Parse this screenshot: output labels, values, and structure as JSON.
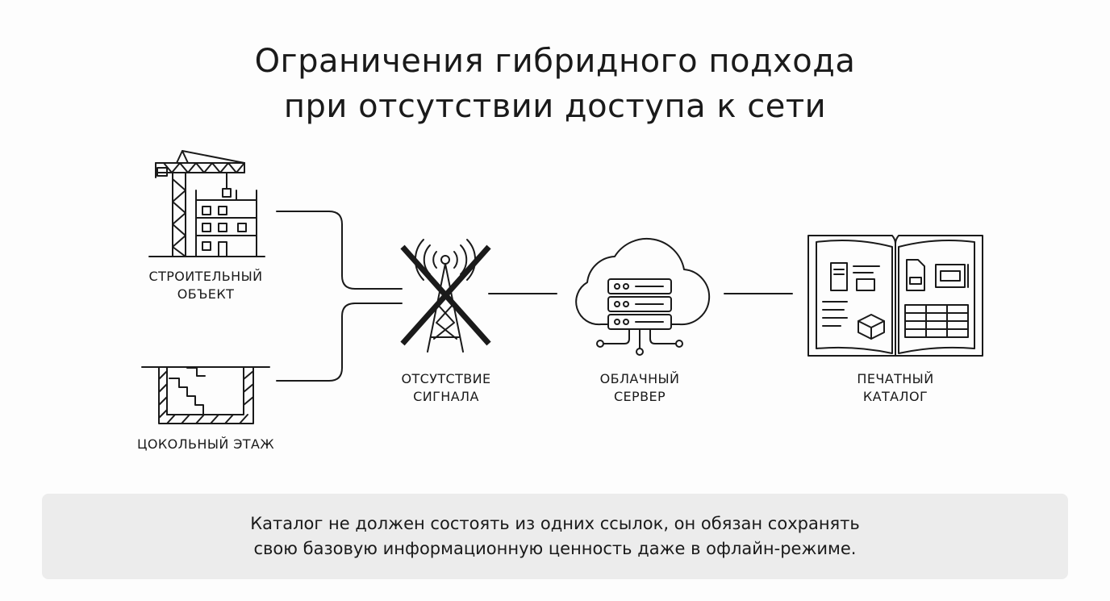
{
  "title": {
    "line1": "Ограничения гибридного подхода",
    "line2": "при отсутствии доступа к сети"
  },
  "nodes": {
    "construction": {
      "line1": "Строительный",
      "line2": "объект",
      "icon": "crane-building-icon"
    },
    "basement": {
      "line1": "Цокольный этаж",
      "icon": "basement-stairs-icon"
    },
    "signal": {
      "line1": "Отсутствие",
      "line2": "сигнала",
      "icon": "crossed-antenna-icon"
    },
    "cloud": {
      "line1": "Облачный",
      "line2": "сервер",
      "icon": "cloud-server-icon"
    },
    "catalog": {
      "line1": "Печатный",
      "line2": "каталог",
      "icon": "open-book-icon"
    }
  },
  "note": {
    "line1": "Каталог не должен состоять из одних ссылок, он обязан сохранять",
    "line2": "свою базовую информационную ценность даже в офлайн-режиме."
  },
  "colors": {
    "stroke": "#1a1a1a",
    "note_bg": "#ececec",
    "background": "#fdfdfd"
  }
}
